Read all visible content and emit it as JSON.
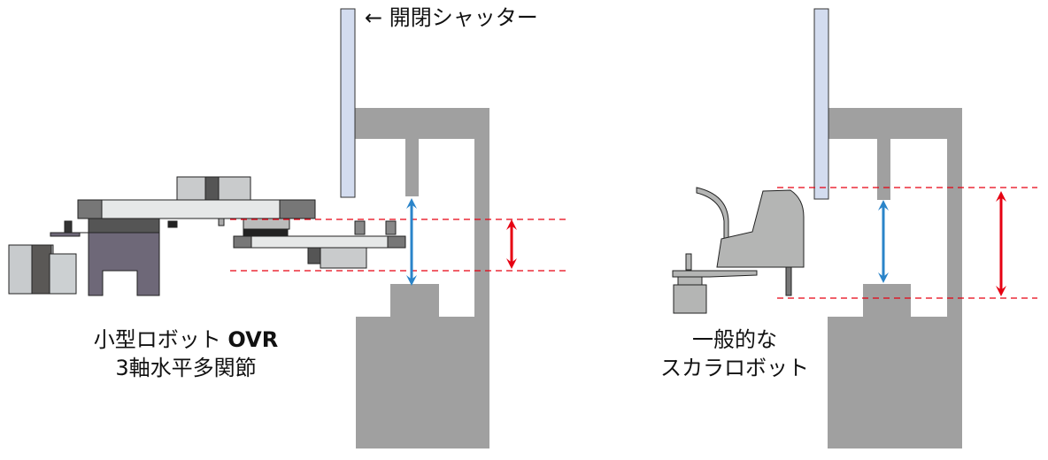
{
  "shutter_label": "開閉シャッター",
  "shutter_arrow": "←",
  "left_caption": {
    "line1": "小型ロボット",
    "line1_bold": "OVR",
    "line2": "3軸水平多関節"
  },
  "right_caption": {
    "line1": "一般的な",
    "line2": "スカラロボット"
  },
  "colors": {
    "structure": "#a0a0a0",
    "shutter": "#d3dcef",
    "clearance_arrow": "#2a84c9",
    "height_arrow": "#e60012",
    "dashed": "#e60012"
  }
}
